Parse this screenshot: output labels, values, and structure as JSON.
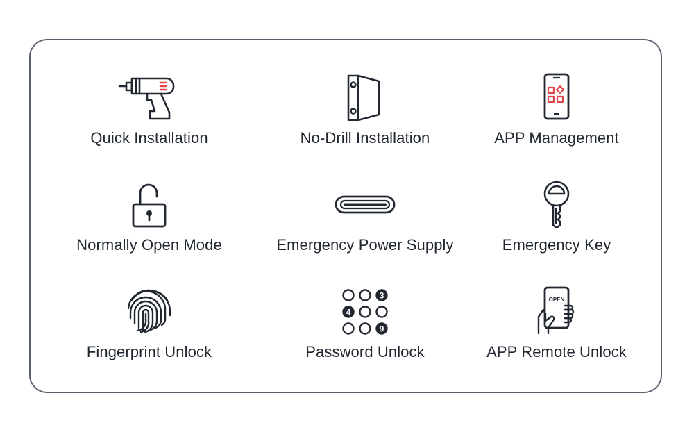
{
  "features": [
    {
      "label": "Quick Installation",
      "icon": "drill-icon"
    },
    {
      "label": "No-Drill Installation",
      "icon": "door-frame-icon"
    },
    {
      "label": "APP Management",
      "icon": "smartphone-app-icon"
    },
    {
      "label": "Normally Open Mode",
      "icon": "unlocked-padlock-icon"
    },
    {
      "label": "Emergency Power Supply",
      "icon": "usb-c-port-icon"
    },
    {
      "label": "Emergency Key",
      "icon": "key-icon"
    },
    {
      "label": "Fingerprint Unlock",
      "icon": "fingerprint-icon"
    },
    {
      "label": "Password Unlock",
      "icon": "keypad-icon"
    },
    {
      "label": "APP Remote Unlock",
      "icon": "hand-holding-phone-icon"
    }
  ],
  "keypad": {
    "digit_a": "3",
    "digit_b": "4",
    "digit_c": "9"
  },
  "phone_screen_text": "OPEN",
  "colors": {
    "stroke": "#222831",
    "accent": "#e0474c",
    "border": "#5c6370"
  }
}
